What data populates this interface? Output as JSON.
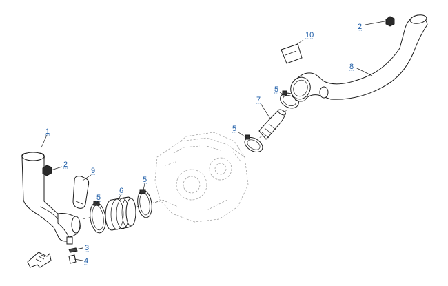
{
  "callouts": [
    {
      "id": "1",
      "label": "1"
    },
    {
      "id": "2a",
      "label": "2"
    },
    {
      "id": "9",
      "label": "9"
    },
    {
      "id": "5a",
      "label": "5"
    },
    {
      "id": "6",
      "label": "6"
    },
    {
      "id": "5b",
      "label": "5"
    },
    {
      "id": "3",
      "label": "3"
    },
    {
      "id": "4",
      "label": "4"
    },
    {
      "id": "5c",
      "label": "5"
    },
    {
      "id": "7",
      "label": "7"
    },
    {
      "id": "5d",
      "label": "5"
    },
    {
      "id": "10",
      "label": "10"
    },
    {
      "id": "8",
      "label": "8"
    },
    {
      "id": "2b",
      "label": "2"
    }
  ],
  "colors": {
    "label": "#1f5ea8",
    "line": "#1a1a1a",
    "ghost": "#9a9a9a"
  }
}
